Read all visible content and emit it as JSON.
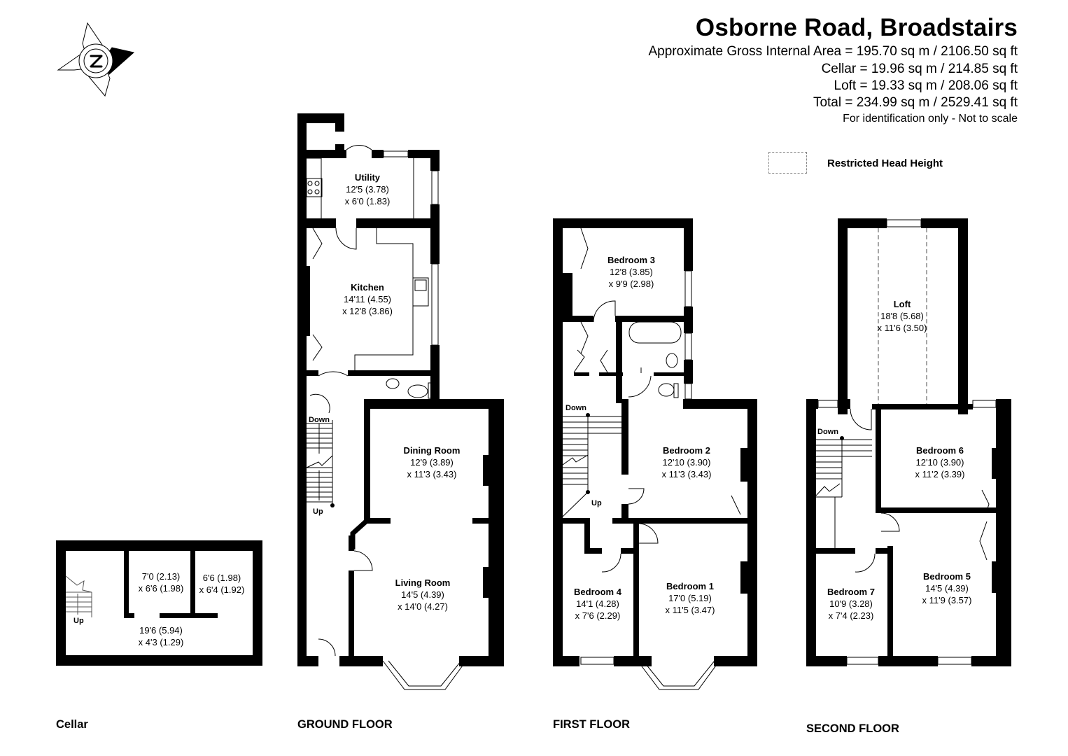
{
  "header": {
    "title": "Osborne Road, Broadstairs",
    "areas": [
      "Approximate Gross Internal Area = 195.70 sq m / 2106.50 sq ft",
      "Cellar = 19.96 sq m / 214.85 sq ft",
      "Loft = 19.33 sq m / 208.06 sq ft",
      "Total = 234.99 sq m / 2529.41 sq ft"
    ],
    "note": "For identification only - Not to scale"
  },
  "compass": {
    "icon": "north-compass-icon",
    "letter": "N"
  },
  "legend": {
    "icon": "dashed-rectangle-icon",
    "label": "Restricted Head Height"
  },
  "floors": {
    "cellar": {
      "label": "Cellar",
      "stairs": {
        "up": "Up"
      },
      "rooms": [
        {
          "name": "",
          "dim1": "7'0 (2.13)",
          "dim2": "x 6'6 (1.98)"
        },
        {
          "name": "",
          "dim1": "6'6 (1.98)",
          "dim2": "x 6'4 (1.92)"
        },
        {
          "name": "",
          "dim1": "19'6 (5.94)",
          "dim2": "x 4'3 (1.29)"
        }
      ]
    },
    "ground": {
      "label": "GROUND FLOOR",
      "stairs": {
        "down": "Down",
        "up": "Up"
      },
      "rooms": [
        {
          "name": "Utility",
          "dim1": "12'5 (3.78)",
          "dim2": "x 6'0 (1.83)"
        },
        {
          "name": "Kitchen",
          "dim1": "14'11 (4.55)",
          "dim2": "x 12'8 (3.86)"
        },
        {
          "name": "Dining Room",
          "dim1": "12'9 (3.89)",
          "dim2": "x 11'3 (3.43)"
        },
        {
          "name": "Living Room",
          "dim1": "14'5 (4.39)",
          "dim2": "x 14'0 (4.27)"
        }
      ]
    },
    "first": {
      "label": "FIRST FLOOR",
      "stairs": {
        "down": "Down",
        "up": "Up"
      },
      "rooms": [
        {
          "name": "Bedroom 3",
          "dim1": "12'8 (3.85)",
          "dim2": "x 9'9 (2.98)"
        },
        {
          "name": "Bedroom 2",
          "dim1": "12'10 (3.90)",
          "dim2": "x 11'3 (3.43)"
        },
        {
          "name": "Bedroom 4",
          "dim1": "14'1 (4.28)",
          "dim2": "x 7'6 (2.29)"
        },
        {
          "name": "Bedroom 1",
          "dim1": "17'0 (5.19)",
          "dim2": "x 11'5 (3.47)"
        }
      ]
    },
    "second": {
      "label": "SECOND FLOOR",
      "stairs": {
        "down": "Down"
      },
      "rooms": [
        {
          "name": "Loft",
          "dim1": "18'8 (5.68)",
          "dim2": "x 11'6 (3.50)"
        },
        {
          "name": "Bedroom 6",
          "dim1": "12'10 (3.90)",
          "dim2": "x 11'2 (3.39)"
        },
        {
          "name": "Bedroom 7",
          "dim1": "10'9 (3.28)",
          "dim2": "x 7'4 (2.23)"
        },
        {
          "name": "Bedroom 5",
          "dim1": "14'5 (4.39)",
          "dim2": "x 11'9 (3.57)"
        }
      ]
    }
  },
  "colors": {
    "wall": "#000000",
    "background": "#ffffff",
    "fixture": "#555555",
    "restricted": "#888888"
  }
}
